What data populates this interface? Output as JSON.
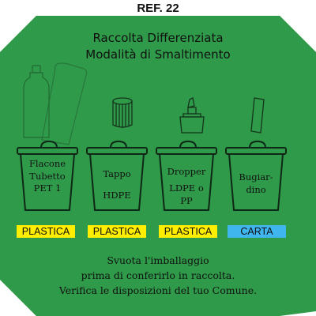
{
  "ref": "REF. 22",
  "title": {
    "line1": "Raccolta Differenziata",
    "line2": "Modalità di Smaltimento"
  },
  "colors": {
    "panel": "#2f9a49",
    "plastica": "#ffee00",
    "carta": "#3fb6ee"
  },
  "items": [
    {
      "icon": "bottle-tube-icon",
      "lines": [
        "Flacone",
        "Tubetto",
        "PET 1"
      ],
      "tag": "PLASTICA",
      "tag_color": "#ffee00"
    },
    {
      "icon": "cap-icon",
      "lines": [
        "Tappo",
        "",
        "HDPE"
      ],
      "tag": "PLASTICA",
      "tag_color": "#ffee00"
    },
    {
      "icon": "dropper-icon",
      "lines": [
        "Dropper",
        "LDPE o",
        "PP"
      ],
      "tag": "PLASTICA",
      "tag_color": "#ffee00"
    },
    {
      "icon": "leaflet-icon",
      "lines": [
        "Bugiar-",
        "dino"
      ],
      "tag": "CARTA",
      "tag_color": "#3fb6ee"
    }
  ],
  "footer": {
    "line1": "Svuota l'imballaggio",
    "line2": "prima di conferirlo in raccolta.",
    "line3": "Verifica le disposizioni del tuo Comune."
  }
}
